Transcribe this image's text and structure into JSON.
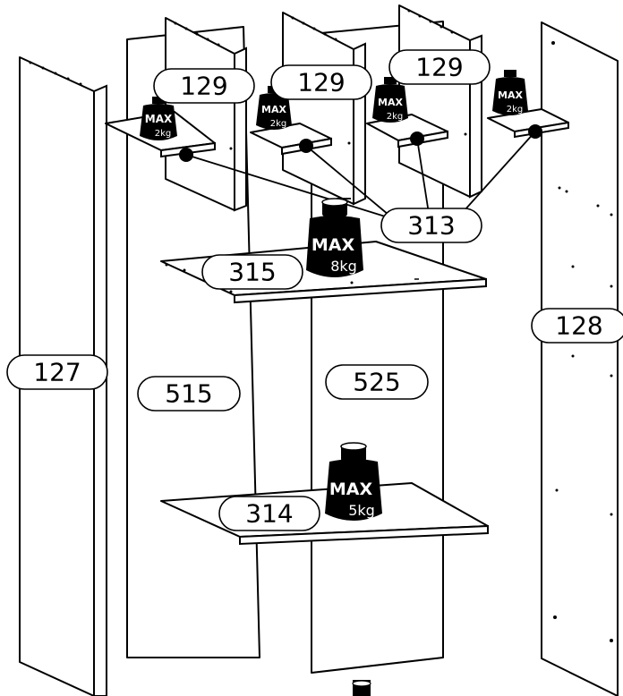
{
  "labels": {
    "side_left": "127",
    "side_right": "128",
    "top_a": "129",
    "top_b": "129",
    "top_c": "129",
    "small_shelf": "313",
    "upper_shelf": "315",
    "lower_shelf": "314",
    "panel_left": "515",
    "panel_right": "525"
  },
  "weights": {
    "small": {
      "max": "MAX",
      "load": "2kg"
    },
    "upper": {
      "max": "MAX",
      "load": "8kg"
    },
    "lower": {
      "max": "MAX",
      "load": "5kg"
    }
  }
}
